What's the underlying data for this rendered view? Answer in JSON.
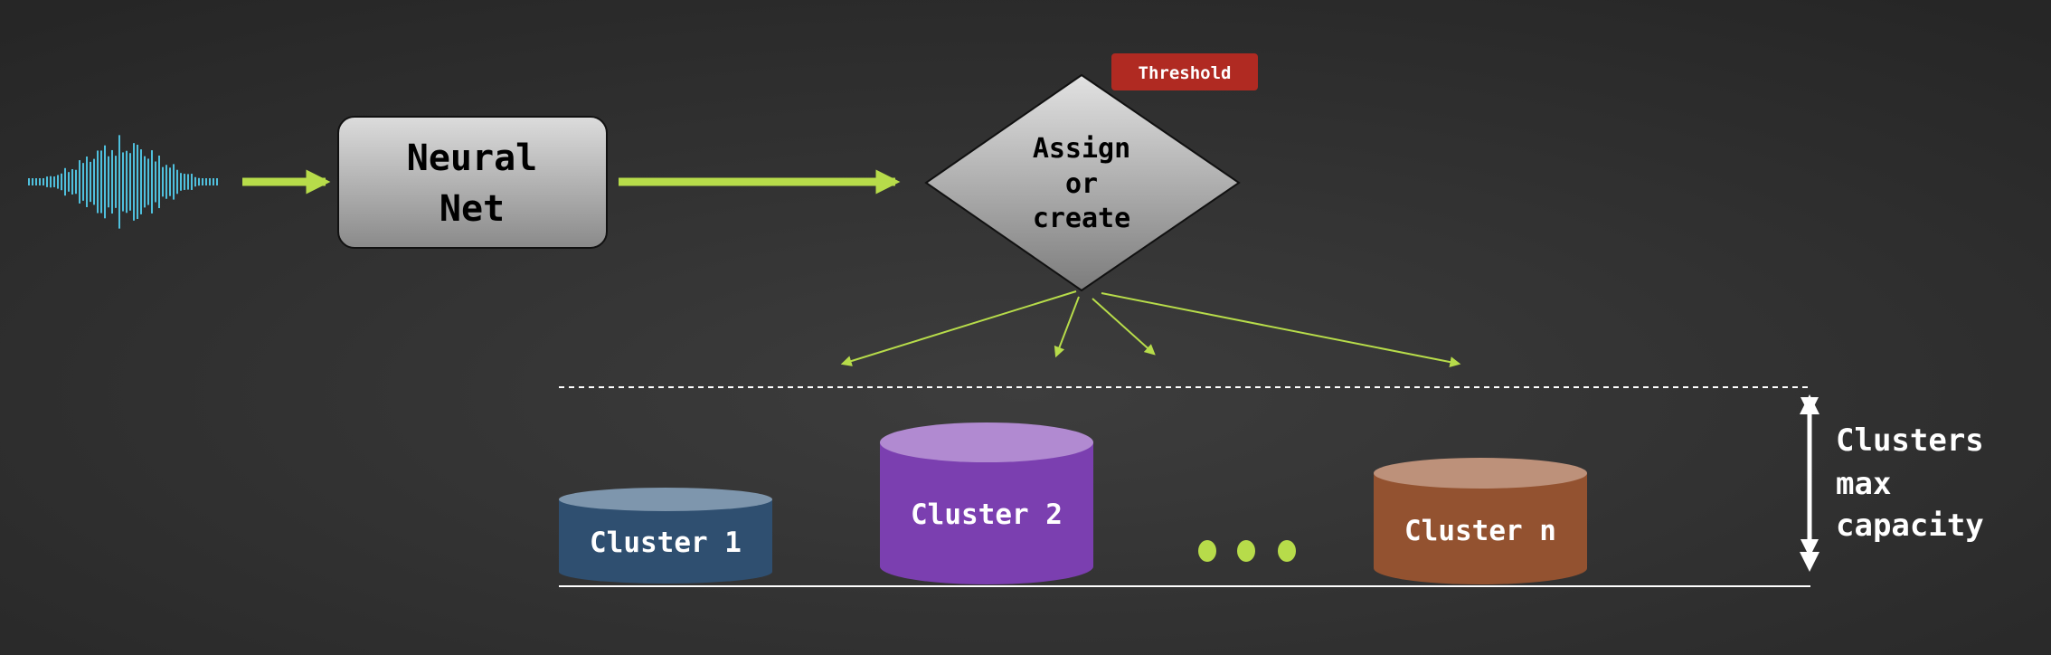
{
  "diagram": {
    "neural_net_label_line1": "Neural",
    "neural_net_label_line2": "Net",
    "decision_label_line1": "Assign",
    "decision_label_line2": "or",
    "decision_label_line3": "create",
    "threshold_badge": "Threshold",
    "clusters": [
      {
        "label": "Cluster 1"
      },
      {
        "label": "Cluster 2"
      },
      {
        "label": "Cluster n"
      }
    ],
    "ellipsis": "• • •",
    "capacity_label_line1": "Clusters",
    "capacity_label_line2": "max",
    "capacity_label_line3": "capacity"
  },
  "colors": {
    "background": "#2f2f2f",
    "arrow_green": "#b7dc4a",
    "waveform_blue": "#4fc0dd",
    "threshold_red": "#b02a22",
    "cluster1": "#2f4f70",
    "cluster1_top": "#7e96ad",
    "cluster2": "#7b3fb0",
    "cluster2_top": "#b18ad1",
    "clustern": "#935230",
    "clustern_top": "#bd917a"
  }
}
